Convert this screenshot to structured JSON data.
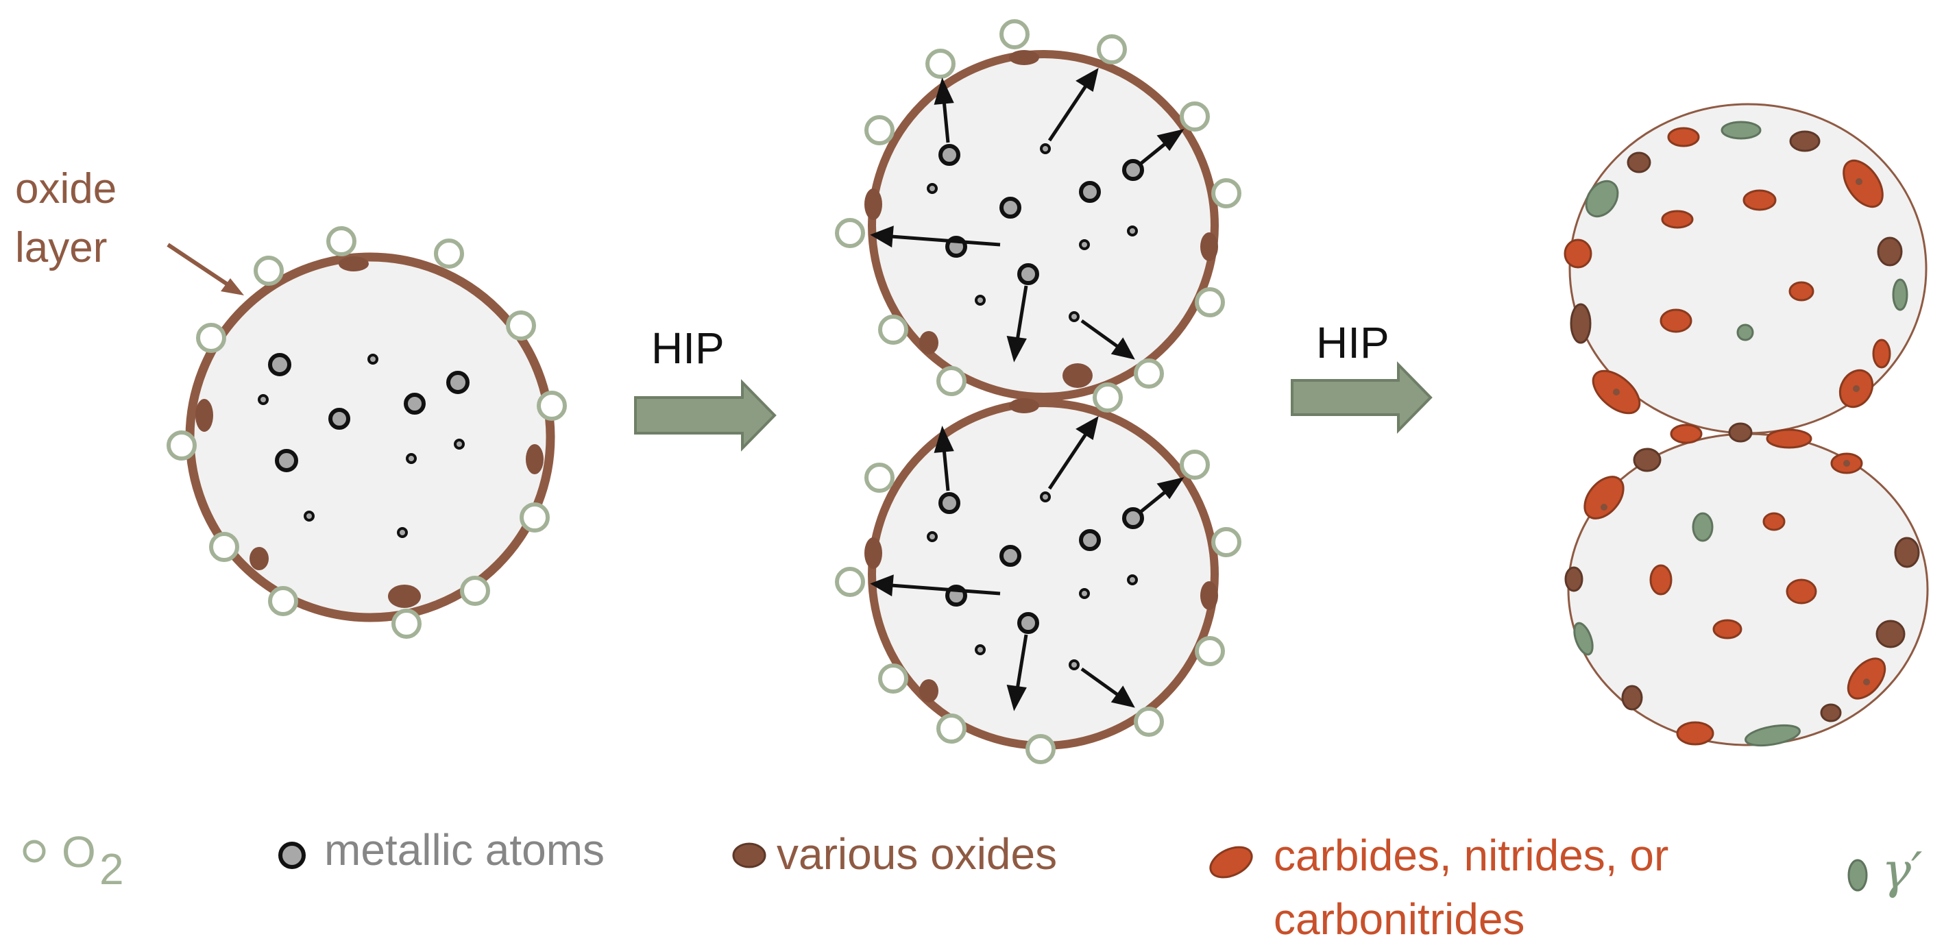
{
  "labels": {
    "oxide_line1": "oxide",
    "oxide_line2": "layer",
    "hip_1": "HIP",
    "hip_2": "HIP"
  },
  "legend": {
    "o2_main": "O",
    "o2_sub": "2",
    "metallic": "metallic atoms",
    "oxides": "various oxides",
    "carbides_line1": "carbides, nitrides, or",
    "carbides_line2": "carbonitrides",
    "gamma": "γ′"
  },
  "colors": {
    "particle_fill": "#f1f1f1",
    "oxide_layer": "#8f5a43",
    "oxide_blob": "#83503c",
    "o2": "#a3b297",
    "atom_fill": "#a8a8a8",
    "carbide": "#c8502a",
    "gamma_prime": "#809a7e",
    "arrow_fill": "#8b9c83",
    "legend_grey": "#868686"
  }
}
